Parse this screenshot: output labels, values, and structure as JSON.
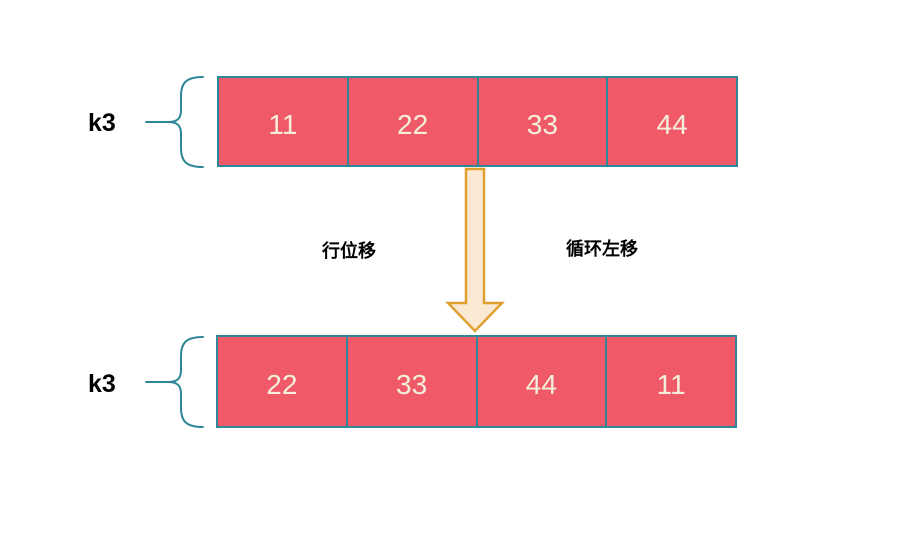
{
  "diagram": {
    "rows": [
      {
        "label": "k3",
        "cells": [
          "11",
          "22",
          "33",
          "44"
        ]
      },
      {
        "label": "k3",
        "cells": [
          "22",
          "33",
          "44",
          "11"
        ]
      }
    ],
    "annotations": {
      "left": "行位移",
      "right": "循环左移"
    },
    "arrow": {
      "direction": "down"
    },
    "icons": [
      "curly-brace-icon",
      "down-arrow-icon"
    ]
  },
  "colors": {
    "canvas-bg": "#FFFFFF",
    "cell-fill": "#F05A68",
    "cell-border": "#2D8796",
    "cell-text": "#F3EFDB",
    "arrow-fill": "#FCE9D4",
    "arrow-stroke": "#DFA02F",
    "brace-stroke": "#2D8796",
    "label-text": "#000000"
  }
}
